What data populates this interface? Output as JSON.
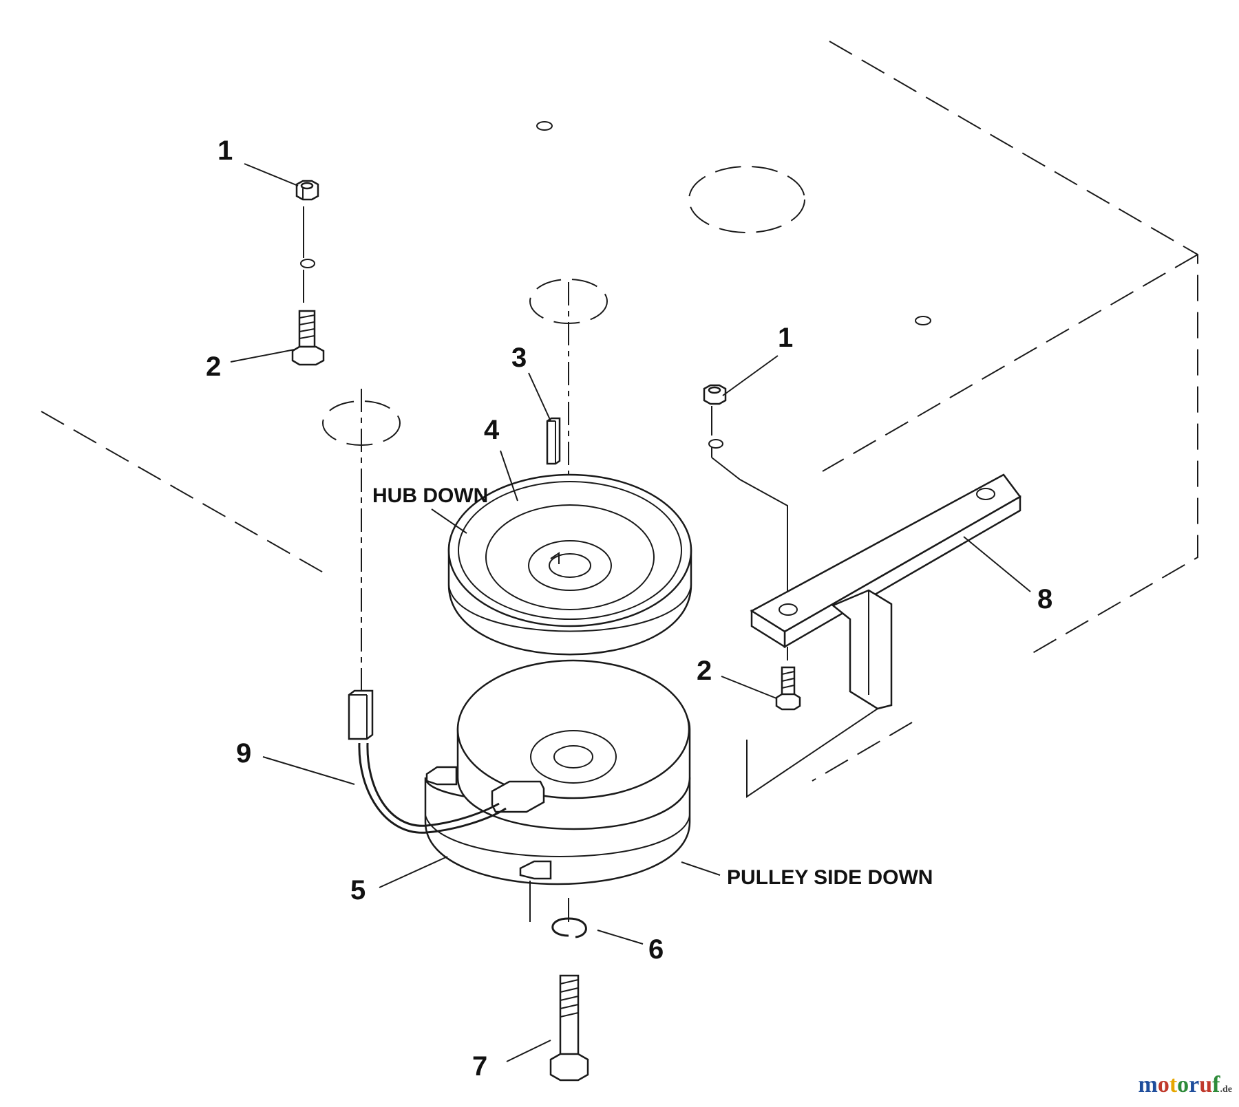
{
  "callouts": [
    {
      "id": "c1a",
      "text": "1"
    },
    {
      "id": "c2a",
      "text": "2"
    },
    {
      "id": "c3",
      "text": "3"
    },
    {
      "id": "c4",
      "text": "4"
    },
    {
      "id": "c1b",
      "text": "1"
    },
    {
      "id": "c8",
      "text": "8"
    },
    {
      "id": "c2b",
      "text": "2"
    },
    {
      "id": "c9",
      "text": "9"
    },
    {
      "id": "c5",
      "text": "5"
    },
    {
      "id": "c6",
      "text": "6"
    },
    {
      "id": "c7",
      "text": "7"
    }
  ],
  "notes": {
    "hub_down": "HUB DOWN",
    "pulley_side_down": "PULLEY SIDE DOWN"
  },
  "watermark": {
    "letters": [
      "m",
      "o",
      "t",
      "o",
      "r",
      "u",
      "f"
    ],
    "colors": [
      "#1f4e9c",
      "#c0392b",
      "#e6a700",
      "#2e8b3a",
      "#1f4e9c",
      "#c0392b",
      "#2e8b3a"
    ],
    "suffix": ".de"
  }
}
